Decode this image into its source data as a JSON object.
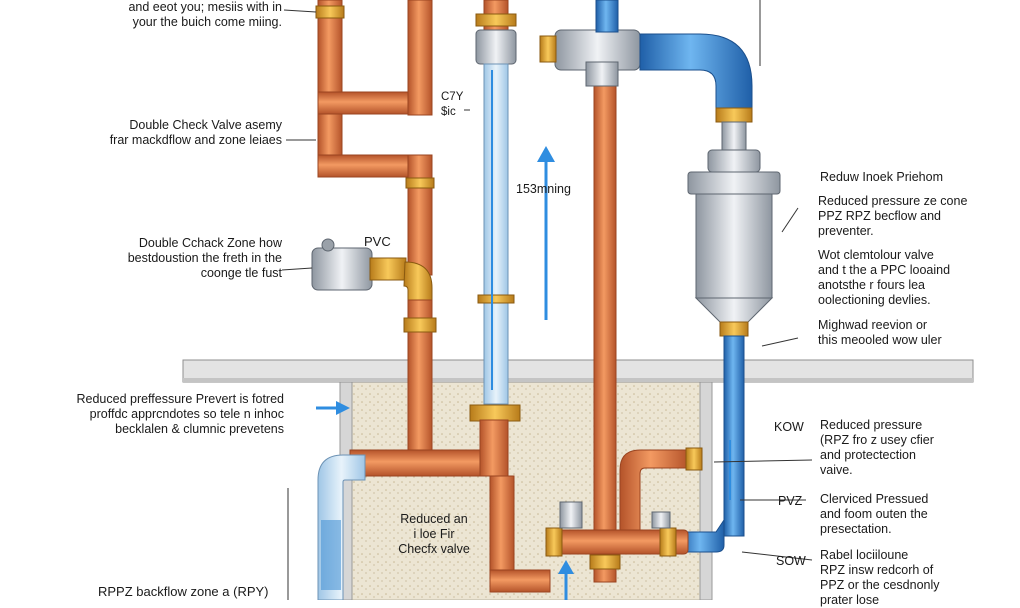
{
  "labels": {
    "top_note": [
      "and eeot you; mesiis with in",
      "your the buich come miing."
    ],
    "double_check_valve": [
      "Double Check Valve asemy",
      "frar mackdflow and zone leiaes"
    ],
    "double_check_zone": [
      "Double Cchack Zone how",
      "bestdoustion the freth in the",
      "coonge tle fust"
    ],
    "pvc": "PVC",
    "cpv": [
      "C7Y",
      "$ic"
    ],
    "flow_label": "153mning",
    "reduced_pressure_left": [
      "Reduced preffessure Prevert is fotred",
      "proffdc apprcndotes so tele n inhoc",
      "becklalen & clumnic prevetens"
    ],
    "reduced_check_valve": [
      "Reduced an",
      "i loe Fir",
      "Checfx valve"
    ],
    "rpz_bottom": "RPPZ backflow zone a (RPY)",
    "reduw_title": "Reduw Inoek Priehom",
    "reduced_rpz": [
      "Reduced pressure ze cone",
      "PPZ RPZ becflow and",
      "preventer."
    ],
    "wot_note": [
      "Wot clemtolour valve",
      "and t the a PPC looaind",
      "anotsthe r fours lea",
      "oolectioning devlies."
    ],
    "mighwed": [
      "Mighwad reevion or",
      "this meooled wow uler"
    ],
    "kow": "KOW",
    "reduced_rpz2": [
      "Reduced pressure",
      "(RPZ fro z usey cfier",
      "and protectection",
      "vaive."
    ],
    "pvz": "PVZ",
    "clerviced": [
      "Clerviced Pressued",
      "and foom outen the",
      "presectation."
    ],
    "sow": "SOW",
    "rabel": [
      "Rabel lociiloune",
      "RPZ insw redcorh of",
      "PPZ or the cesdnonly",
      "prater lose"
    ]
  },
  "colors": {
    "copper": "#e07a45",
    "copper_dark": "#b4532a",
    "blue_pipe": "#3d8fd8",
    "blue_flow": "#2f8de0",
    "brass": "#e6a638",
    "ground": "#e9e3d2",
    "slab": "#e3e3e3"
  }
}
